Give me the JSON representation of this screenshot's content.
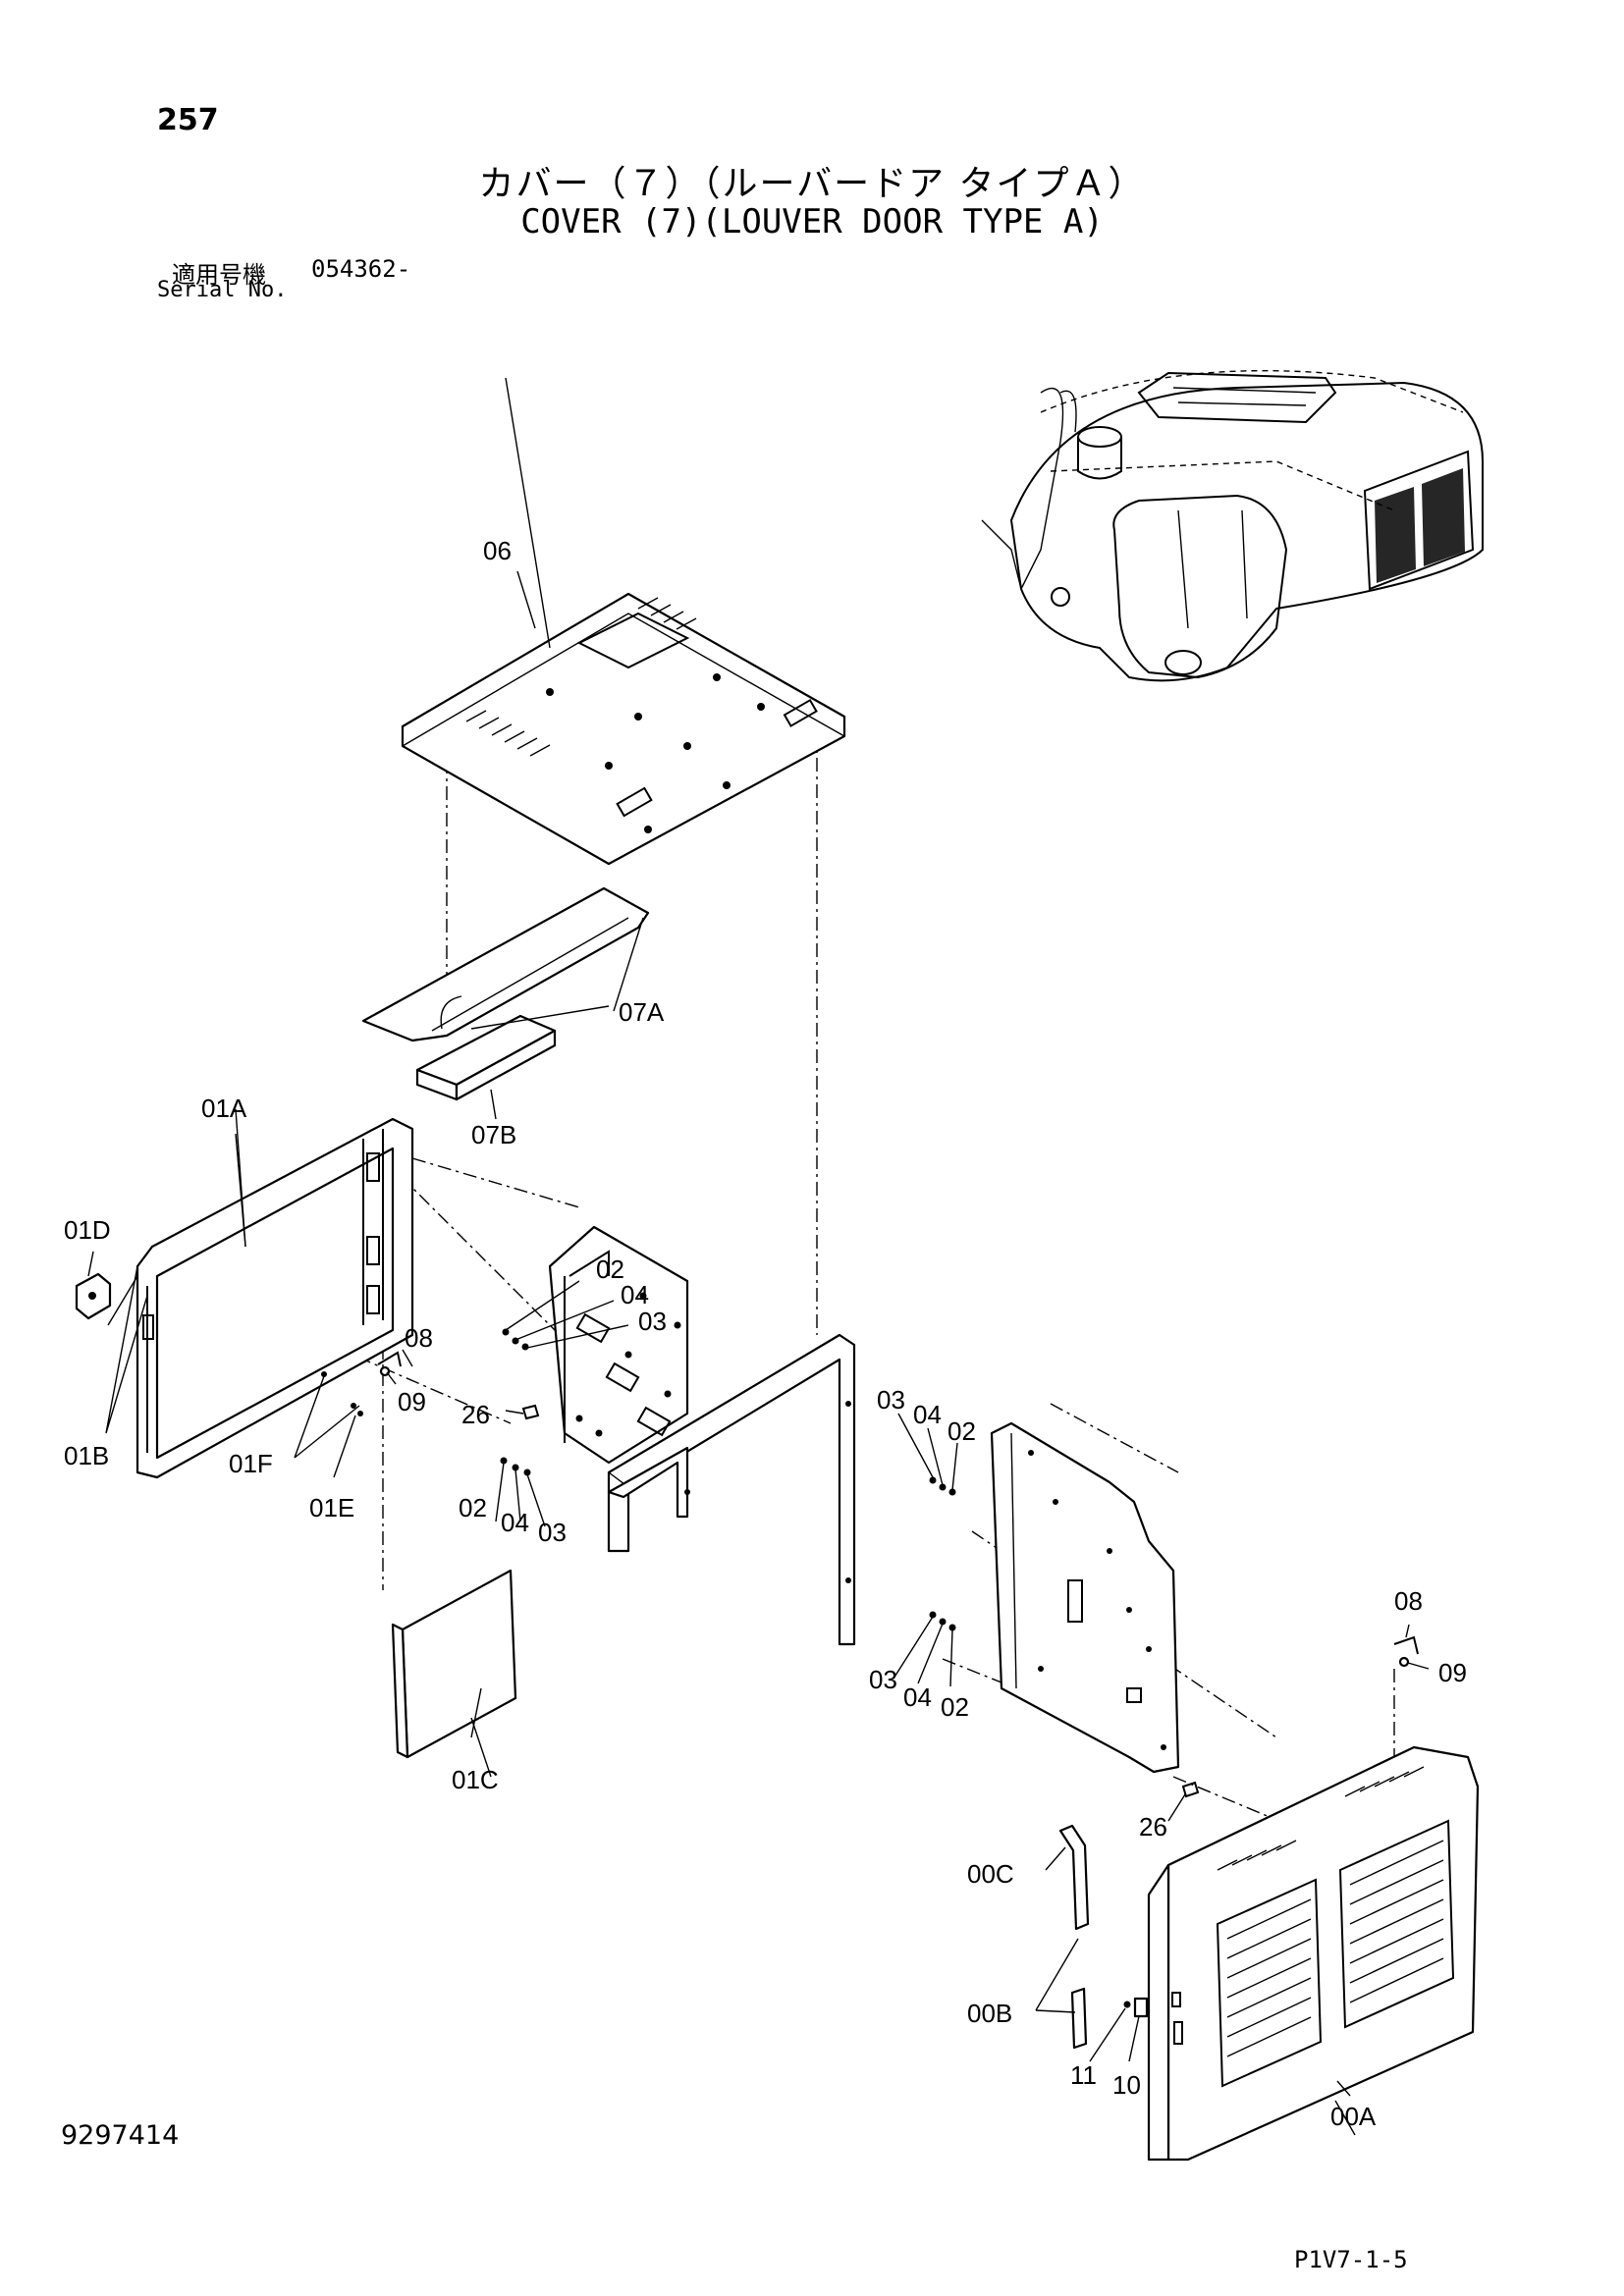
{
  "header": {
    "page_number": "257",
    "title_jp": "カバー（７）（ルーバードア タイプＡ）",
    "title_en": "COVER (7)(LOUVER DOOR TYPE A)",
    "serial_label_jp": "適用号機",
    "serial_value": "054362-",
    "serial_label_en": "Serial No."
  },
  "footer": {
    "doc_number": "9297414",
    "page_code": "P1V7-1-5"
  },
  "callouts": {
    "c06": "06",
    "c07A": "07A",
    "c07B": "07B",
    "c01A": "01A",
    "c01D": "01D",
    "c01B": "01B",
    "c01F": "01F",
    "c01E": "01E",
    "c01C": "01C",
    "c08a": "08",
    "c09a": "09",
    "c26a": "26",
    "c02a": "02",
    "c04a": "04",
    "c03a": "03",
    "c02b": "02",
    "c04b": "04",
    "c03b": "03",
    "c03c": "03",
    "c04c": "04",
    "c02c": "02",
    "c03d": "03",
    "c04d": "04",
    "c02d": "02",
    "c08b": "08",
    "c09b": "09",
    "c26b": "26",
    "c00C": "00C",
    "c00B": "00B",
    "c11": "11",
    "c10": "10",
    "c00A": "00A"
  }
}
